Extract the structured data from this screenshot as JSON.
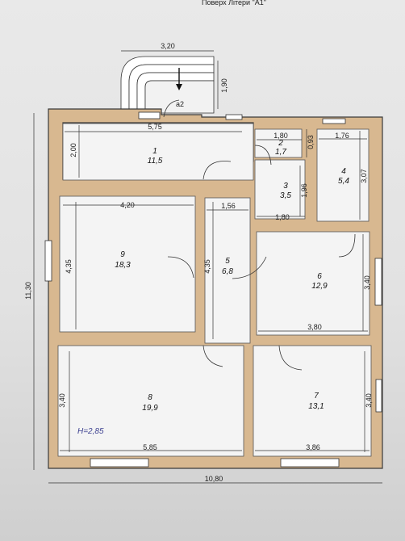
{
  "header_text": "Поверх Літери \"А1\"",
  "entrance_label": "а2",
  "height_note": "H=2,85",
  "dimensions": {
    "porch_width": "3,20",
    "porch_depth": "1,90",
    "r1_width": "5,75",
    "r1_depth": "2,00",
    "r2_width": "1,80",
    "r2_depth": "0,93",
    "r3_depth": "1,96",
    "r3_width": "1,80",
    "r4_width": "1,76",
    "r4_depth": "3,07",
    "r5_width": "1,56",
    "r5_depth": "4,35",
    "r9_width": "4,20",
    "r9_depth": "4,35",
    "r6_depth": "3,40",
    "r6_width": "3,80",
    "r8_depth": "3,40",
    "r8_width": "5,85",
    "r7_depth": "3,40",
    "r7_width": "3,86",
    "total_depth": "11,30",
    "total_width": "10,80"
  },
  "rooms": [
    {
      "num": "1",
      "area": "11,5"
    },
    {
      "num": "2",
      "area": "1,7"
    },
    {
      "num": "3",
      "area": "3,5"
    },
    {
      "num": "4",
      "area": "5,4"
    },
    {
      "num": "5",
      "area": "6,8"
    },
    {
      "num": "6",
      "area": "12,9"
    },
    {
      "num": "7",
      "area": "13,1"
    },
    {
      "num": "8",
      "area": "19,9"
    },
    {
      "num": "9",
      "area": "18,3"
    }
  ],
  "colors": {
    "wall": "#d8b890",
    "room": "#f4f4f4",
    "height_note": "#3b3f8f"
  }
}
